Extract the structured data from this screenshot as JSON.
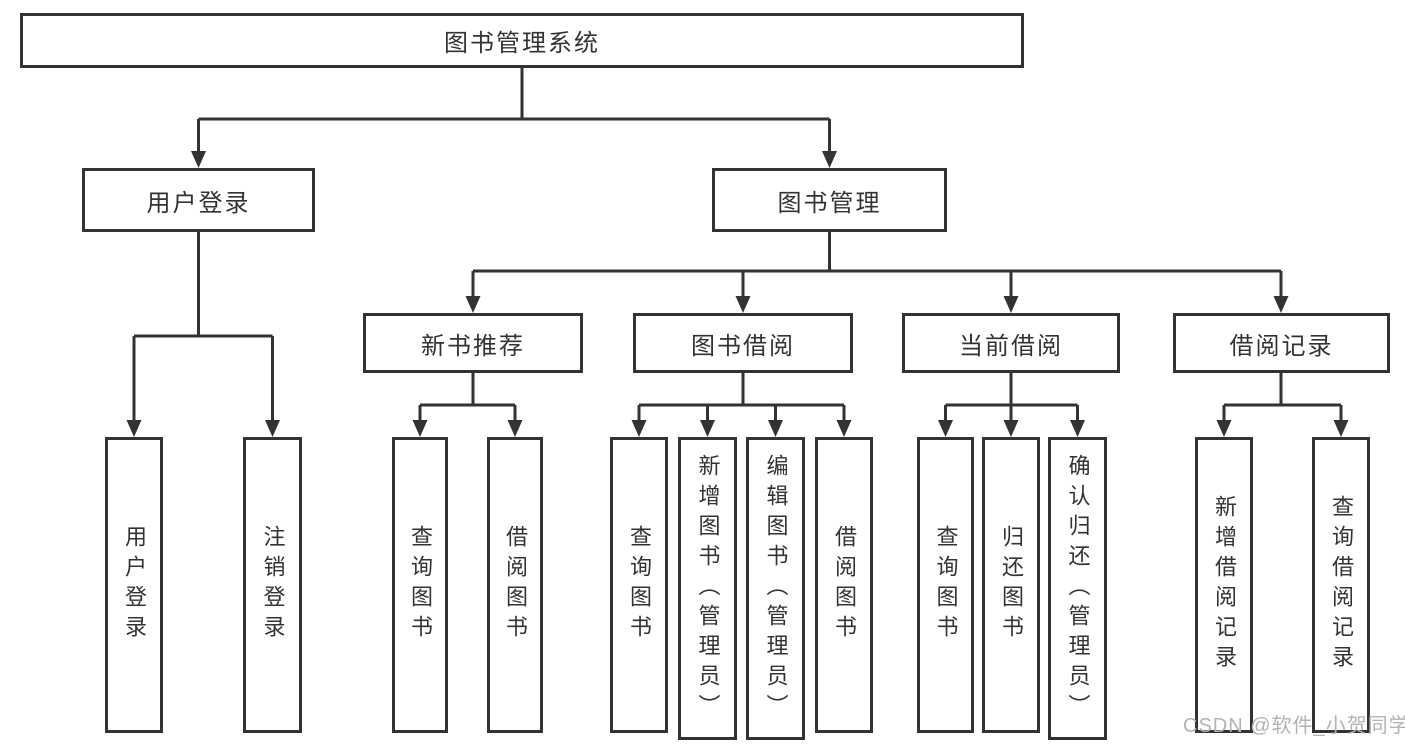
{
  "diagram_title": "图书管理系统",
  "nodes": {
    "root": "图书管理系统",
    "level2": [
      "用户登录",
      "图书管理"
    ],
    "level3": [
      "新书推荐",
      "图书借阅",
      "当前借阅",
      "借阅记录"
    ],
    "group_user": [
      "用户登录",
      "注销登录"
    ],
    "group_newbook": [
      "查询图书",
      "借阅图书"
    ],
    "group_bookborrow": [
      "查询图书",
      "新增图书（管理员）",
      "编辑图书（管理员）",
      "借阅图书"
    ],
    "group_current": [
      "查询图书",
      "归还图书",
      "确认归还（管理员）"
    ],
    "group_record": [
      "新增借阅记录",
      "查询借阅记录"
    ]
  },
  "colors": {
    "line": "#333333",
    "text": "#333333",
    "background": "#ffffff",
    "watermark": "#b3b3b3"
  },
  "watermark": "CSDN @软件_小贺同学"
}
